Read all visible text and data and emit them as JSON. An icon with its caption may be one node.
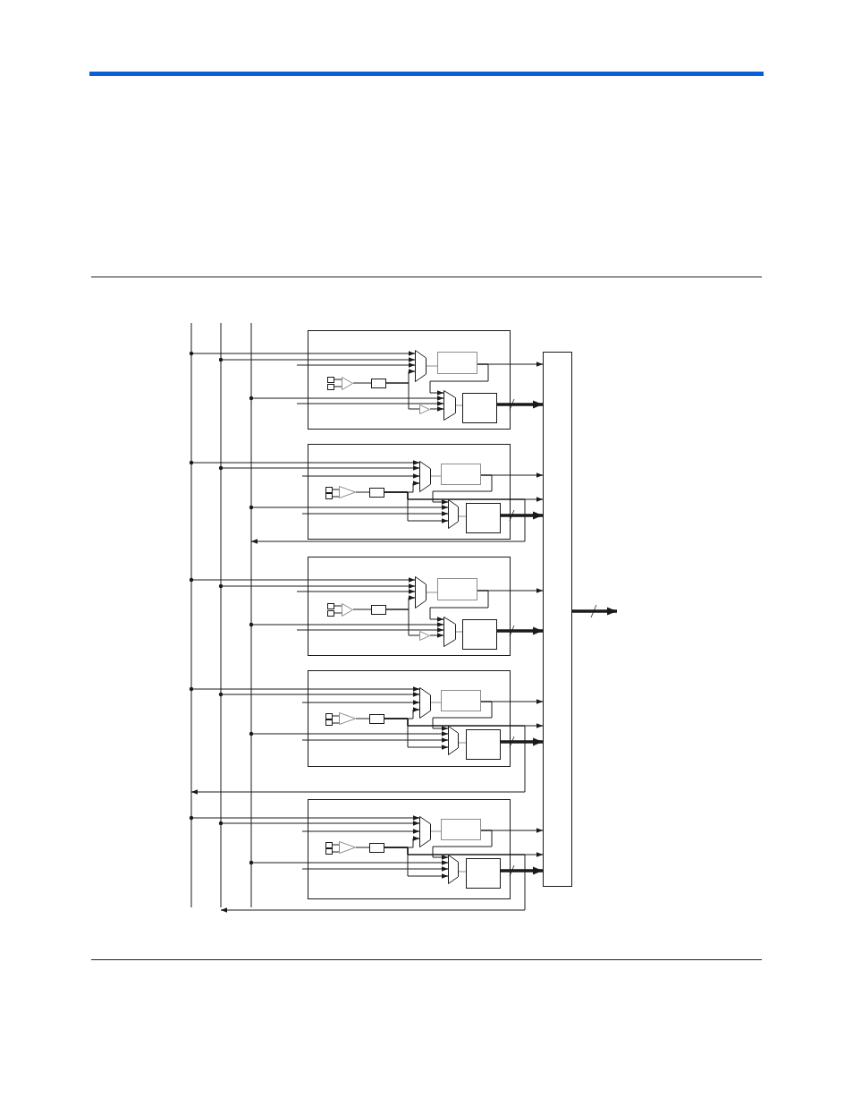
{
  "diagram": {
    "nodes": [
      {
        "text": [],
        "shape": "box"
      },
      {
        "text": [],
        "shape": "box",
        "in": 0
      },
      {
        "text": [],
        "shape": "box",
        "in": 0
      },
      {
        "text": [],
        "shape": "triangle",
        "in": 0
      },
      {
        "text": [],
        "shape": "box",
        "in": 0
      },
      {
        "text": [],
        "shape": "trapezoid",
        "in": 0
      },
      {
        "text": [],
        "shape": "box",
        "in": 0
      },
      {
        "text": [],
        "shape": "trapezoid",
        "in": 0
      },
      {
        "text": [],
        "shape": "box",
        "in": 0
      },
      {
        "text": [],
        "shape": "triangle",
        "in": 0
      },
      {
        "text": [],
        "shape": "box"
      },
      {
        "text": [],
        "shape": "box",
        "in": 10
      },
      {
        "text": [],
        "shape": "box",
        "in": 10
      },
      {
        "text": [],
        "shape": "triangle",
        "in": 10
      },
      {
        "text": [],
        "shape": "box",
        "in": 10
      },
      {
        "text": [],
        "shape": "trapezoid",
        "in": 10
      },
      {
        "text": [],
        "shape": "box",
        "in": 10
      },
      {
        "text": [],
        "shape": "trapezoid",
        "in": 10
      },
      {
        "text": [],
        "shape": "box",
        "in": 10
      },
      {
        "text": [],
        "shape": "box"
      },
      {
        "text": [],
        "shape": "box",
        "in": 19
      },
      {
        "text": [],
        "shape": "box",
        "in": 19
      },
      {
        "text": [],
        "shape": "triangle",
        "in": 19
      },
      {
        "text": [],
        "shape": "box",
        "in": 19
      },
      {
        "text": [],
        "shape": "trapezoid",
        "in": 19
      },
      {
        "text": [],
        "shape": "box",
        "in": 19
      },
      {
        "text": [],
        "shape": "trapezoid",
        "in": 19
      },
      {
        "text": [],
        "shape": "box",
        "in": 19
      },
      {
        "text": [],
        "shape": "triangle",
        "in": 19
      },
      {
        "text": [],
        "shape": "box"
      },
      {
        "text": [],
        "shape": "box",
        "in": 29
      },
      {
        "text": [],
        "shape": "box",
        "in": 29
      },
      {
        "text": [],
        "shape": "triangle",
        "in": 29
      },
      {
        "text": [],
        "shape": "box",
        "in": 29
      },
      {
        "text": [],
        "shape": "trapezoid",
        "in": 29
      },
      {
        "text": [],
        "shape": "box",
        "in": 29
      },
      {
        "text": [],
        "shape": "trapezoid",
        "in": 29
      },
      {
        "text": [],
        "shape": "box",
        "in": 29
      },
      {
        "text": [],
        "shape": "box"
      },
      {
        "text": [],
        "shape": "box",
        "in": 38
      },
      {
        "text": [],
        "shape": "box",
        "in": 38
      },
      {
        "text": [],
        "shape": "triangle",
        "in": 38
      },
      {
        "text": [],
        "shape": "box",
        "in": 38
      },
      {
        "text": [],
        "shape": "trapezoid",
        "in": 38
      },
      {
        "text": [],
        "shape": "box",
        "in": 38
      },
      {
        "text": [],
        "shape": "trapezoid",
        "in": 38
      },
      {
        "text": [],
        "shape": "box",
        "in": 38
      },
      {
        "text": [],
        "shape": "bar"
      }
    ],
    "edges": [
      {
        "from": null,
        "to": 5,
        "arrow": "to"
      },
      {
        "from": null,
        "to": 5,
        "arrow": "to"
      },
      {
        "from": null,
        "to": 5,
        "arrow": "to"
      },
      {
        "from": 1,
        "to": 3,
        "arrow": "none"
      },
      {
        "from": 2,
        "to": 3,
        "arrow": "none"
      },
      {
        "from": 3,
        "to": 4,
        "arrow": "none"
      },
      {
        "from": 4,
        "to": 5,
        "arrow": "to"
      },
      {
        "from": 5,
        "to": 6,
        "arrow": "none",
        "color": "#8c8c8c"
      },
      {
        "from": 6,
        "to": 47,
        "arrow": "to"
      },
      {
        "from": 6,
        "to": 7,
        "arrow": "to"
      },
      {
        "from": null,
        "to": 7,
        "arrow": "to"
      },
      {
        "from": null,
        "to": 7,
        "arrow": "to"
      },
      {
        "from": 4,
        "to": 9,
        "arrow": "none"
      },
      {
        "from": 9,
        "to": 7,
        "arrow": "to"
      },
      {
        "from": 7,
        "to": 8,
        "arrow": "none",
        "color": "#8c8c8c"
      },
      {
        "from": 8,
        "to": 47,
        "arrow": "to",
        "style": "thick"
      },
      {
        "from": null,
        "to": 15,
        "arrow": "to"
      },
      {
        "from": null,
        "to": 15,
        "arrow": "to"
      },
      {
        "from": null,
        "to": 15,
        "arrow": "to"
      },
      {
        "from": 11,
        "to": 13,
        "arrow": "none"
      },
      {
        "from": 12,
        "to": 13,
        "arrow": "none"
      },
      {
        "from": 13,
        "to": 14,
        "arrow": "none"
      },
      {
        "from": 14,
        "to": 15,
        "arrow": "to"
      },
      {
        "from": 15,
        "to": 16,
        "arrow": "none",
        "color": "#8c8c8c"
      },
      {
        "from": 16,
        "to": 47,
        "arrow": "to"
      },
      {
        "from": 16,
        "to": 17,
        "arrow": "to"
      },
      {
        "from": null,
        "to": 17,
        "arrow": "to"
      },
      {
        "from": null,
        "to": 17,
        "arrow": "to"
      },
      {
        "from": 14,
        "to": 17,
        "arrow": "to"
      },
      {
        "from": 14,
        "to": 47,
        "arrow": "to"
      },
      {
        "from": 14,
        "to": null,
        "arrow": "to"
      },
      {
        "from": 17,
        "to": 18,
        "arrow": "none",
        "color": "#8c8c8c"
      },
      {
        "from": 18,
        "to": 47,
        "arrow": "to",
        "style": "thick"
      },
      {
        "from": null,
        "to": 24,
        "arrow": "to"
      },
      {
        "from": null,
        "to": 24,
        "arrow": "to"
      },
      {
        "from": null,
        "to": 24,
        "arrow": "to"
      },
      {
        "from": 20,
        "to": 22,
        "arrow": "none"
      },
      {
        "from": 21,
        "to": 22,
        "arrow": "none"
      },
      {
        "from": 22,
        "to": 23,
        "arrow": "none"
      },
      {
        "from": 23,
        "to": 24,
        "arrow": "to"
      },
      {
        "from": 24,
        "to": 25,
        "arrow": "none",
        "color": "#8c8c8c"
      },
      {
        "from": 25,
        "to": 47,
        "arrow": "to"
      },
      {
        "from": 25,
        "to": 26,
        "arrow": "to"
      },
      {
        "from": null,
        "to": 26,
        "arrow": "to"
      },
      {
        "from": null,
        "to": 26,
        "arrow": "to"
      },
      {
        "from": 23,
        "to": 28,
        "arrow": "none"
      },
      {
        "from": 28,
        "to": 26,
        "arrow": "to"
      },
      {
        "from": 26,
        "to": 27,
        "arrow": "none",
        "color": "#8c8c8c"
      },
      {
        "from": 27,
        "to": 47,
        "arrow": "to",
        "style": "thick"
      },
      {
        "from": null,
        "to": 34,
        "arrow": "to"
      },
      {
        "from": null,
        "to": 34,
        "arrow": "to"
      },
      {
        "from": null,
        "to": 34,
        "arrow": "to"
      },
      {
        "from": 30,
        "to": 32,
        "arrow": "none"
      },
      {
        "from": 31,
        "to": 32,
        "arrow": "none"
      },
      {
        "from": 32,
        "to": 33,
        "arrow": "none"
      },
      {
        "from": 33,
        "to": 34,
        "arrow": "to"
      },
      {
        "from": 34,
        "to": 35,
        "arrow": "none",
        "color": "#8c8c8c"
      },
      {
        "from": 35,
        "to": 47,
        "arrow": "to"
      },
      {
        "from": 35,
        "to": 36,
        "arrow": "to"
      },
      {
        "from": null,
        "to": 36,
        "arrow": "to"
      },
      {
        "from": null,
        "to": 36,
        "arrow": "to"
      },
      {
        "from": 33,
        "to": 36,
        "arrow": "to"
      },
      {
        "from": 33,
        "to": 47,
        "arrow": "to"
      },
      {
        "from": 33,
        "to": null,
        "arrow": "to"
      },
      {
        "from": 36,
        "to": 37,
        "arrow": "none",
        "color": "#8c8c8c"
      },
      {
        "from": 37,
        "to": 47,
        "arrow": "to",
        "style": "thick"
      },
      {
        "from": null,
        "to": 43,
        "arrow": "to"
      },
      {
        "from": null,
        "to": 43,
        "arrow": "to"
      },
      {
        "from": null,
        "to": 43,
        "arrow": "to"
      },
      {
        "from": 39,
        "to": 41,
        "arrow": "none"
      },
      {
        "from": 40,
        "to": 41,
        "arrow": "none"
      },
      {
        "from": 41,
        "to": 42,
        "arrow": "none"
      },
      {
        "from": 42,
        "to": 43,
        "arrow": "to"
      },
      {
        "from": 43,
        "to": 44,
        "arrow": "none",
        "color": "#8c8c8c"
      },
      {
        "from": 44,
        "to": 47,
        "arrow": "to"
      },
      {
        "from": 44,
        "to": 45,
        "arrow": "to"
      },
      {
        "from": null,
        "to": 45,
        "arrow": "to"
      },
      {
        "from": null,
        "to": 45,
        "arrow": "to"
      },
      {
        "from": 42,
        "to": 45,
        "arrow": "to"
      },
      {
        "from": 42,
        "to": 47,
        "arrow": "to"
      },
      {
        "from": 42,
        "to": null,
        "arrow": "to"
      },
      {
        "from": 45,
        "to": 46,
        "arrow": "none",
        "color": "#8c8c8c"
      },
      {
        "from": 46,
        "to": 47,
        "arrow": "to",
        "style": "thick"
      },
      {
        "from": 47,
        "to": null,
        "arrow": "to",
        "style": "thick"
      }
    ]
  }
}
